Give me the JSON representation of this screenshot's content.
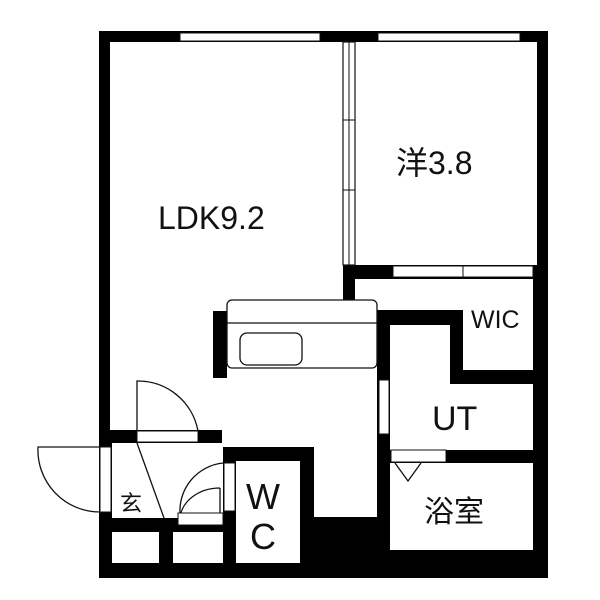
{
  "floorplan": {
    "rooms": {
      "ldk": "LDK9.2",
      "western": "洋3.8",
      "wic": "WIC",
      "ut": "UT",
      "bath": "浴室",
      "wc_w": "W",
      "wc_c": "C",
      "entrance": "玄"
    },
    "colors": {
      "wall": "#000000",
      "floor": "#ffffff",
      "line": "#111111"
    }
  }
}
